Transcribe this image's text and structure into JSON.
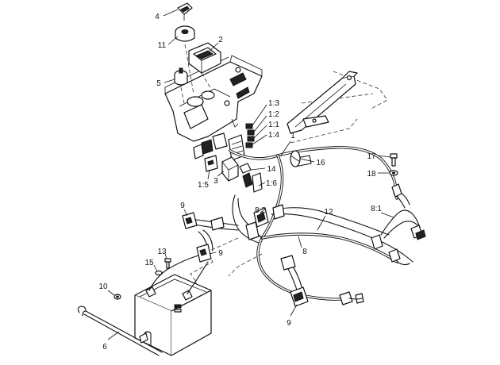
{
  "diagram": {
    "callouts": [
      {
        "id": "c4",
        "text": "4"
      },
      {
        "id": "c11",
        "text": "11"
      },
      {
        "id": "c2",
        "text": "2"
      },
      {
        "id": "c5",
        "text": "5"
      },
      {
        "id": "c1_3",
        "text": "1:3"
      },
      {
        "id": "c1_2",
        "text": "1:2"
      },
      {
        "id": "c1_1",
        "text": "1:1"
      },
      {
        "id": "c1_4",
        "text": "1:4"
      },
      {
        "id": "c1",
        "text": "1"
      },
      {
        "id": "c16",
        "text": "16"
      },
      {
        "id": "c17",
        "text": "17"
      },
      {
        "id": "c18",
        "text": "18"
      },
      {
        "id": "c14",
        "text": "14"
      },
      {
        "id": "c3",
        "text": "3"
      },
      {
        "id": "c1_5",
        "text": "1:5"
      },
      {
        "id": "c1_6",
        "text": "1:6"
      },
      {
        "id": "c9a",
        "text": "9"
      },
      {
        "id": "c8_2",
        "text": "8:2"
      },
      {
        "id": "c12",
        "text": "12"
      },
      {
        "id": "c8_1",
        "text": "8:1"
      },
      {
        "id": "c13",
        "text": "13"
      },
      {
        "id": "c15",
        "text": "15"
      },
      {
        "id": "c9b",
        "text": "9"
      },
      {
        "id": "c8",
        "text": "8"
      },
      {
        "id": "c10",
        "text": "10"
      },
      {
        "id": "c9c",
        "text": "9"
      },
      {
        "id": "c6",
        "text": "6"
      }
    ]
  }
}
